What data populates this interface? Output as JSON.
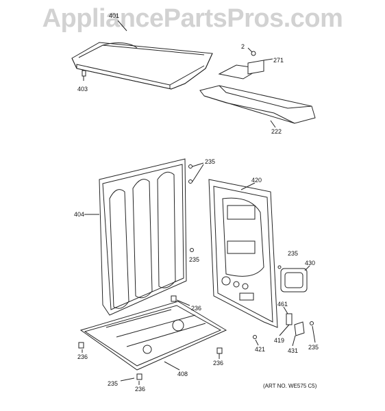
{
  "watermark": "AppliancePartsPros.com",
  "art_no": "(ART NO. WE575 C5)",
  "callouts": {
    "c401": "401",
    "c2": "2",
    "c271": "271",
    "c403": "403",
    "c222": "222",
    "c235a": "235",
    "c420": "420",
    "c404": "404",
    "c235b": "235",
    "c235c": "235",
    "c430": "430",
    "c236a": "236",
    "c461": "461",
    "c419": "419",
    "c421": "421",
    "c431": "431",
    "c235d": "235",
    "c236b": "236",
    "c236c": "236",
    "c408": "408",
    "c235e": "235",
    "c236d": "236"
  },
  "colors": {
    "line": "#222222",
    "watermark": "#d2d2d2"
  }
}
